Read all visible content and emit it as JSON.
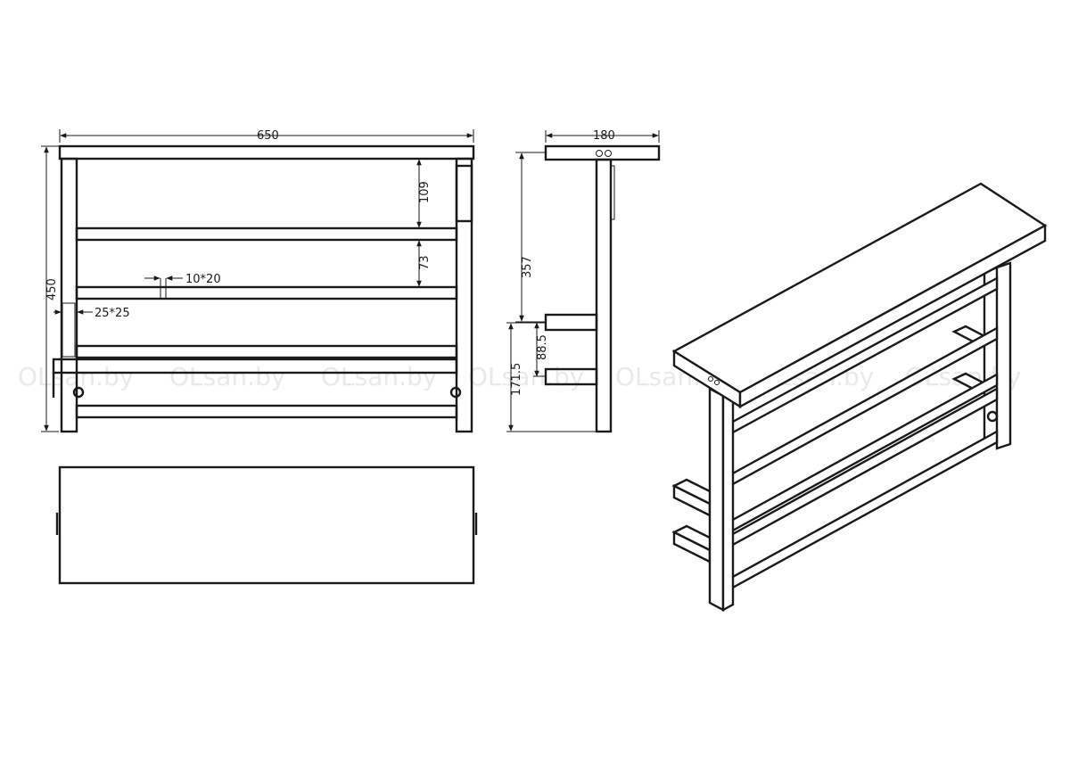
{
  "diagram": {
    "dimensions": {
      "width": "650",
      "height": "450",
      "gap_top": "109",
      "gap_mid": "73",
      "bar_section": "10*20",
      "post_section": "25*25",
      "depth": "180",
      "side_height": "357",
      "bracket_spacing": "88.5",
      "bracket_height": "171.5"
    },
    "watermark": "OLsan.by"
  }
}
